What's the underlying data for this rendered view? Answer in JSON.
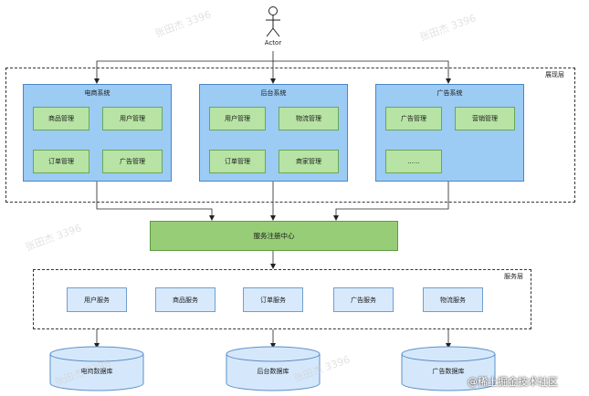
{
  "actor": {
    "label": "Actor"
  },
  "presentation_layer": {
    "label": "展现层",
    "systems": [
      {
        "title": "电商系统",
        "modules": [
          "商品管理",
          "用户管理",
          "订单管理",
          "广告管理"
        ]
      },
      {
        "title": "后台系统",
        "modules": [
          "用户管理",
          "物流管理",
          "订单管理",
          "商家管理"
        ]
      },
      {
        "title": "广告系统",
        "modules": [
          "广告管理",
          "营销管理",
          "......"
        ]
      }
    ]
  },
  "registry": {
    "label": "服务注册中心"
  },
  "service_layer": {
    "label": "服务层",
    "services": [
      "用户服务",
      "商品服务",
      "订单服务",
      "广告服务",
      "物流服务"
    ]
  },
  "databases": [
    "电商数据库",
    "后台数据库",
    "广告数据库"
  ],
  "watermark": {
    "text": "张田杰 3396"
  },
  "brand": {
    "text": "@稀土掘金技术社区"
  },
  "colors": {
    "system_fill": "#9ccbf4",
    "module_fill": "#b7e3a4",
    "registry_fill": "#98cd78",
    "service_fill": "#d8e9fb",
    "db_fill": "#d5e8fb"
  }
}
